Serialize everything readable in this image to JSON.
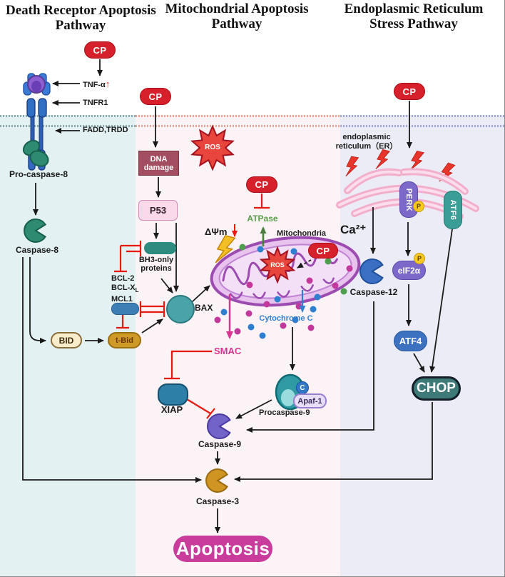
{
  "titles": {
    "death": {
      "l1": "Death Receptor Apoptosis",
      "l2": "Pathway"
    },
    "mito": {
      "l1": "Mitochondrial Apoptosis",
      "l2": "Pathway"
    },
    "er": {
      "l1": "Endoplasmic Reticulum",
      "l2": "Stress Pathway"
    }
  },
  "labels": {
    "cp": "CP",
    "tnf": "TNF-α",
    "up_arrow": "↑",
    "tnfr1": "TNFR1",
    "fadd": "FADD,TRDD",
    "pro_caspase8": "Pro-caspase-8",
    "caspase8": "Caspase-8",
    "bid": "BID",
    "tbid": "t-Bid",
    "dna_l1": "DNA",
    "dna_l2": "damage",
    "p53": "P53",
    "bh3_l1": "BH3-only",
    "bh3_l2": "proteins",
    "bcl2": "BCL-2",
    "bclx": "BCL-X",
    "bclx_sub": "L",
    "mcl1": "MCL1",
    "bax": "BAX",
    "ros": "ROS",
    "atpase": "ATPase",
    "delta_psi": "ΔΨm",
    "mitochondria": "Mitochondria",
    "cytochrome_c": "Cytochrome C",
    "smac": "SMAC",
    "xiap": "XIAP",
    "procaspase9": "Procaspase-9",
    "c_subunit": "C",
    "apaf1": "Apaf-1",
    "caspase9": "Caspase-9",
    "caspase3": "Caspase-3",
    "apoptosis": "Apoptosis",
    "er_l1": "endoplasmic",
    "er_l2": "reticulum（ER）",
    "perk": "PERK",
    "atf6": "ATF6",
    "ca": "Ca²⁺",
    "caspase12": "Caspase-12",
    "eif2a": "eIF2α",
    "p": "P",
    "atf4": "ATF4",
    "chop": "CHOP"
  },
  "icons": {
    "ros_burst": "spiky-star-burst",
    "lightning_bolt": "⚡",
    "tnf_increase": "↑",
    "psi_decrease": "↓",
    "pacman_enzyme": "circle-with-wedge"
  },
  "colors": {
    "cp_red": "#d6202c",
    "panel_left_teal": "#e3f1f2",
    "panel_mid_pink": "#fcf3f7",
    "panel_right_lavender": "#ebecf5",
    "inhibit_red": "#e8190f",
    "smac_magenta": "#d6368f",
    "cytochrome_blue": "#2f7fd0",
    "atpase_green": "#5a9e48",
    "apoptosis_pink": "#c93c9c",
    "mito_purple": "#9c4bb0",
    "er_pink": "#f3aecb",
    "chop_teal": "#3d7a78"
  }
}
